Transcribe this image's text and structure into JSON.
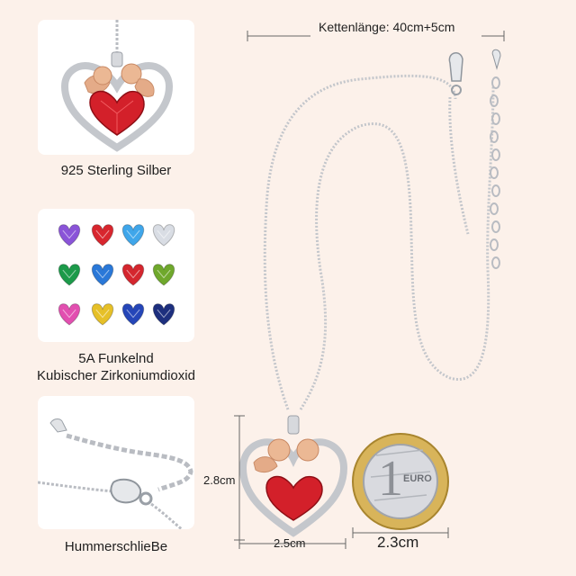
{
  "captions": {
    "material": "925 Sterling Silber",
    "stone_line1": "5A Funkelnd",
    "stone_line2": "Kubischer Zirkoniumdioxid",
    "clasp": "HummerschlieBe"
  },
  "dimensions": {
    "chain_length": "Kettenlänge: 40cm+5cm",
    "height": "2.8cm",
    "width": "2.5cm",
    "coin": "2.3cm"
  },
  "coin": {
    "numeral": "1",
    "word": "EURO"
  },
  "gem_colors": [
    "#8a54d8",
    "#d8262e",
    "#3fa6ea",
    "#d9dde4",
    "#1c9a4a",
    "#2a78d8",
    "#d4262e",
    "#6fa82c",
    "#e24fb0",
    "#e6c028",
    "#2546b8",
    "#1d2f7e"
  ],
  "colors": {
    "background": "#fcf1ea",
    "ruby": "#d3202a",
    "rose_gold": "#e4ab88",
    "silver": "#c9ccd1"
  }
}
